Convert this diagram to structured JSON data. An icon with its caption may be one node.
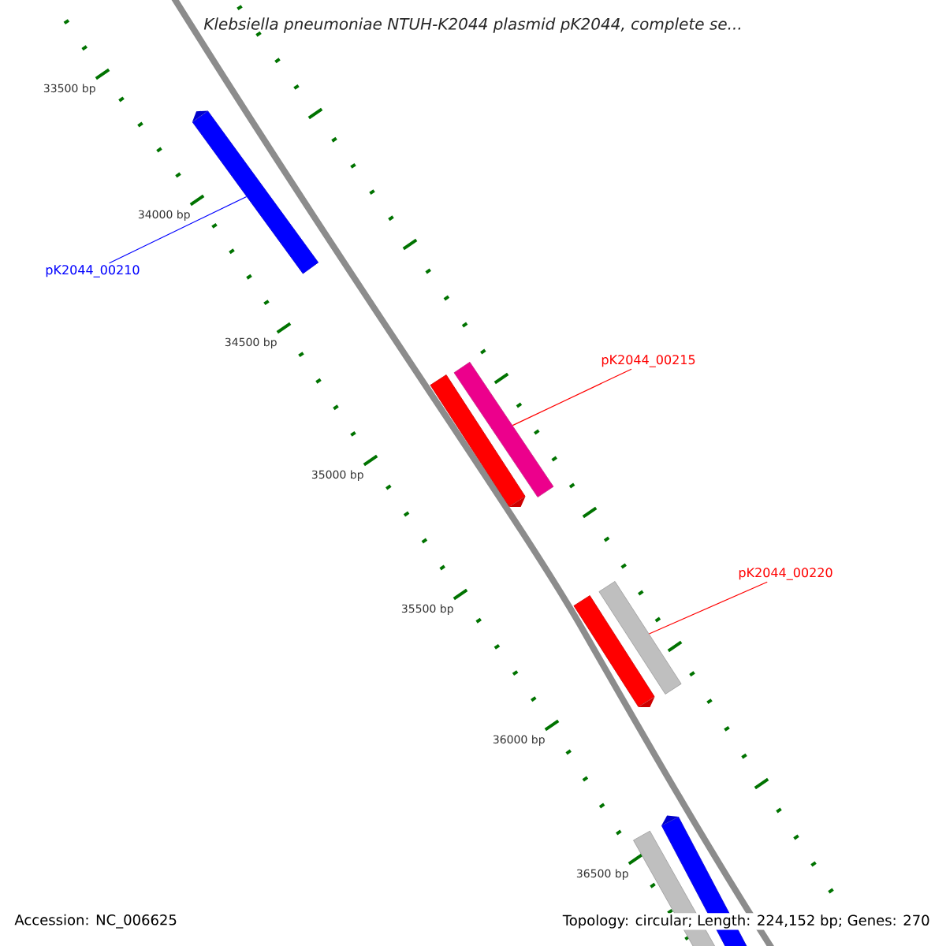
{
  "diagram": {
    "title": "Klebsiella pneumoniae NTUH-K2044 plasmid pK2044, complete se...",
    "nodes": [
      {
        "text": [
          "pK2044_00210"
        ]
      },
      {
        "text": [],
        "shape": "bar"
      },
      {
        "text": [
          "pK2044_00215"
        ]
      },
      {
        "text": [],
        "shape": "bar"
      },
      {
        "text": [],
        "shape": "bar"
      },
      {
        "text": [
          "pK2044_00220"
        ]
      },
      {
        "text": [],
        "shape": "bar"
      },
      {
        "text": [],
        "shape": "bar"
      },
      {
        "text": [],
        "shape": "bar"
      },
      {
        "text": [],
        "shape": "bar"
      }
    ],
    "edges": [
      {
        "from": 0,
        "to": 1,
        "arrow": "none",
        "color": "#0000ff"
      },
      {
        "from": 2,
        "to": 4,
        "arrow": "none",
        "color": "#ff0000"
      },
      {
        "from": 5,
        "to": 7,
        "arrow": "none",
        "color": "#ff0000"
      }
    ],
    "labels": [
      "33500 bp",
      "34000 bp",
      "34500 bp",
      "35000 bp",
      "35500 bp",
      "36000 bp",
      "36500 bp",
      "Accession: NC_006625",
      "Topology: circular; Length: 224,152 bp; Genes: 270"
    ]
  }
}
